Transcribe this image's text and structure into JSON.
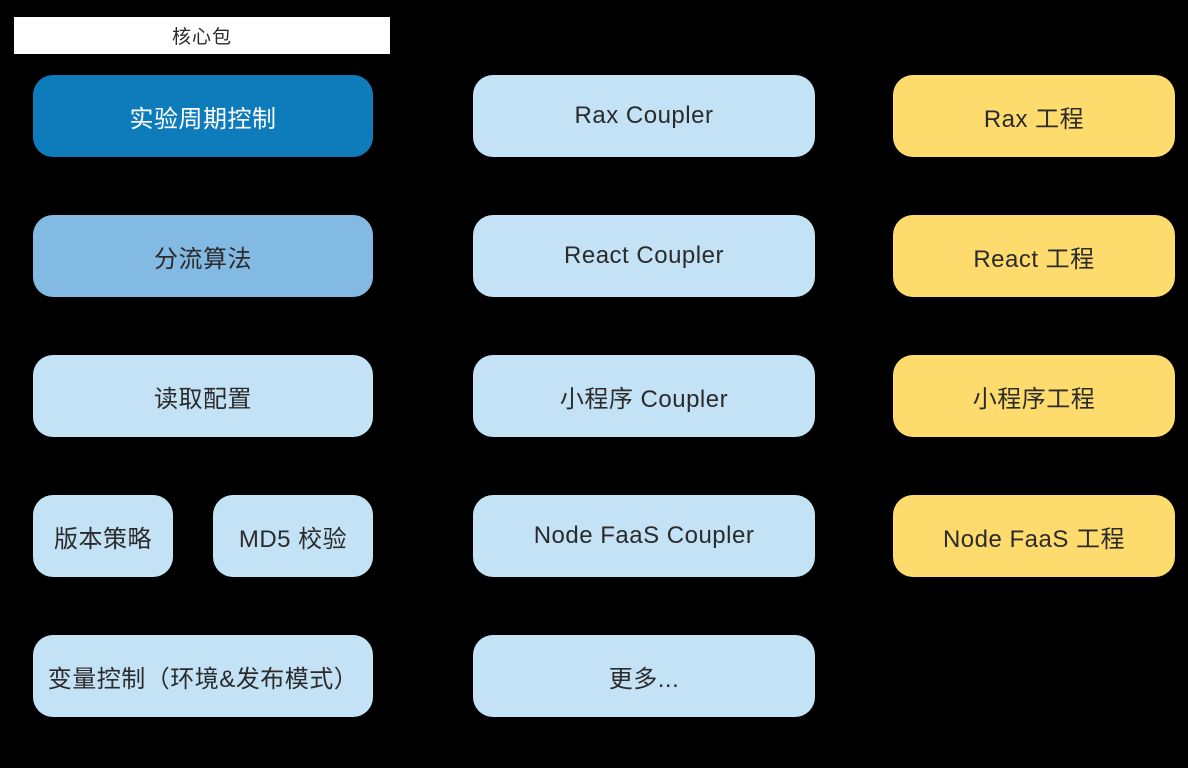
{
  "colors": {
    "background": "#000000",
    "header_bg": "#ffffff",
    "core_dark": "#0e7cbb",
    "core_medium": "#83bae3",
    "core_light": "#c3e2f5",
    "project_yellow": "#fddb6d",
    "text_dark": "#2b2b2b",
    "text_white": "#ffffff"
  },
  "core_column": {
    "header": "核心包",
    "boxes": [
      {
        "label": "实验周期控制"
      },
      {
        "label": "分流算法"
      },
      {
        "label": "读取配置"
      },
      {
        "label": "版本策略"
      },
      {
        "label": "MD5 校验"
      },
      {
        "label": "变量控制（环境&发布模式）"
      }
    ]
  },
  "coupler_column": {
    "boxes": [
      {
        "label": "Rax Coupler"
      },
      {
        "label": "React Coupler"
      },
      {
        "label": "小程序 Coupler"
      },
      {
        "label": "Node FaaS Coupler"
      },
      {
        "label": "更多..."
      }
    ]
  },
  "project_column": {
    "boxes": [
      {
        "label": "Rax 工程"
      },
      {
        "label": "React 工程"
      },
      {
        "label": "小程序工程"
      },
      {
        "label": "Node FaaS 工程"
      }
    ]
  }
}
